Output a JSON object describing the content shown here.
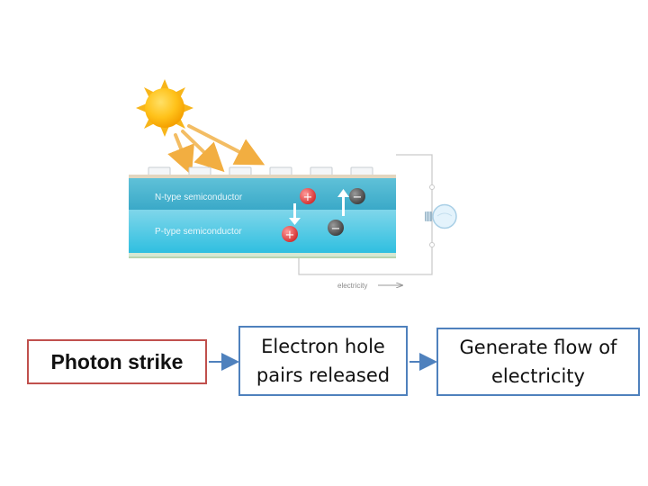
{
  "illustration": {
    "n_label": "N-type semiconductor",
    "p_label": "P-type semiconductor",
    "electricity_label": "electricity",
    "plus": "+",
    "minus": "−"
  },
  "flow": {
    "step1": "Photon strike",
    "step2": "Electron hole\npairs released",
    "step3": "Generate flow of\nelectricity"
  },
  "colors": {
    "step1_border": "#c0504d",
    "step_border": "#4f81bd",
    "n_layer": "#4db6d0",
    "p_layer": "#3ec3df"
  }
}
